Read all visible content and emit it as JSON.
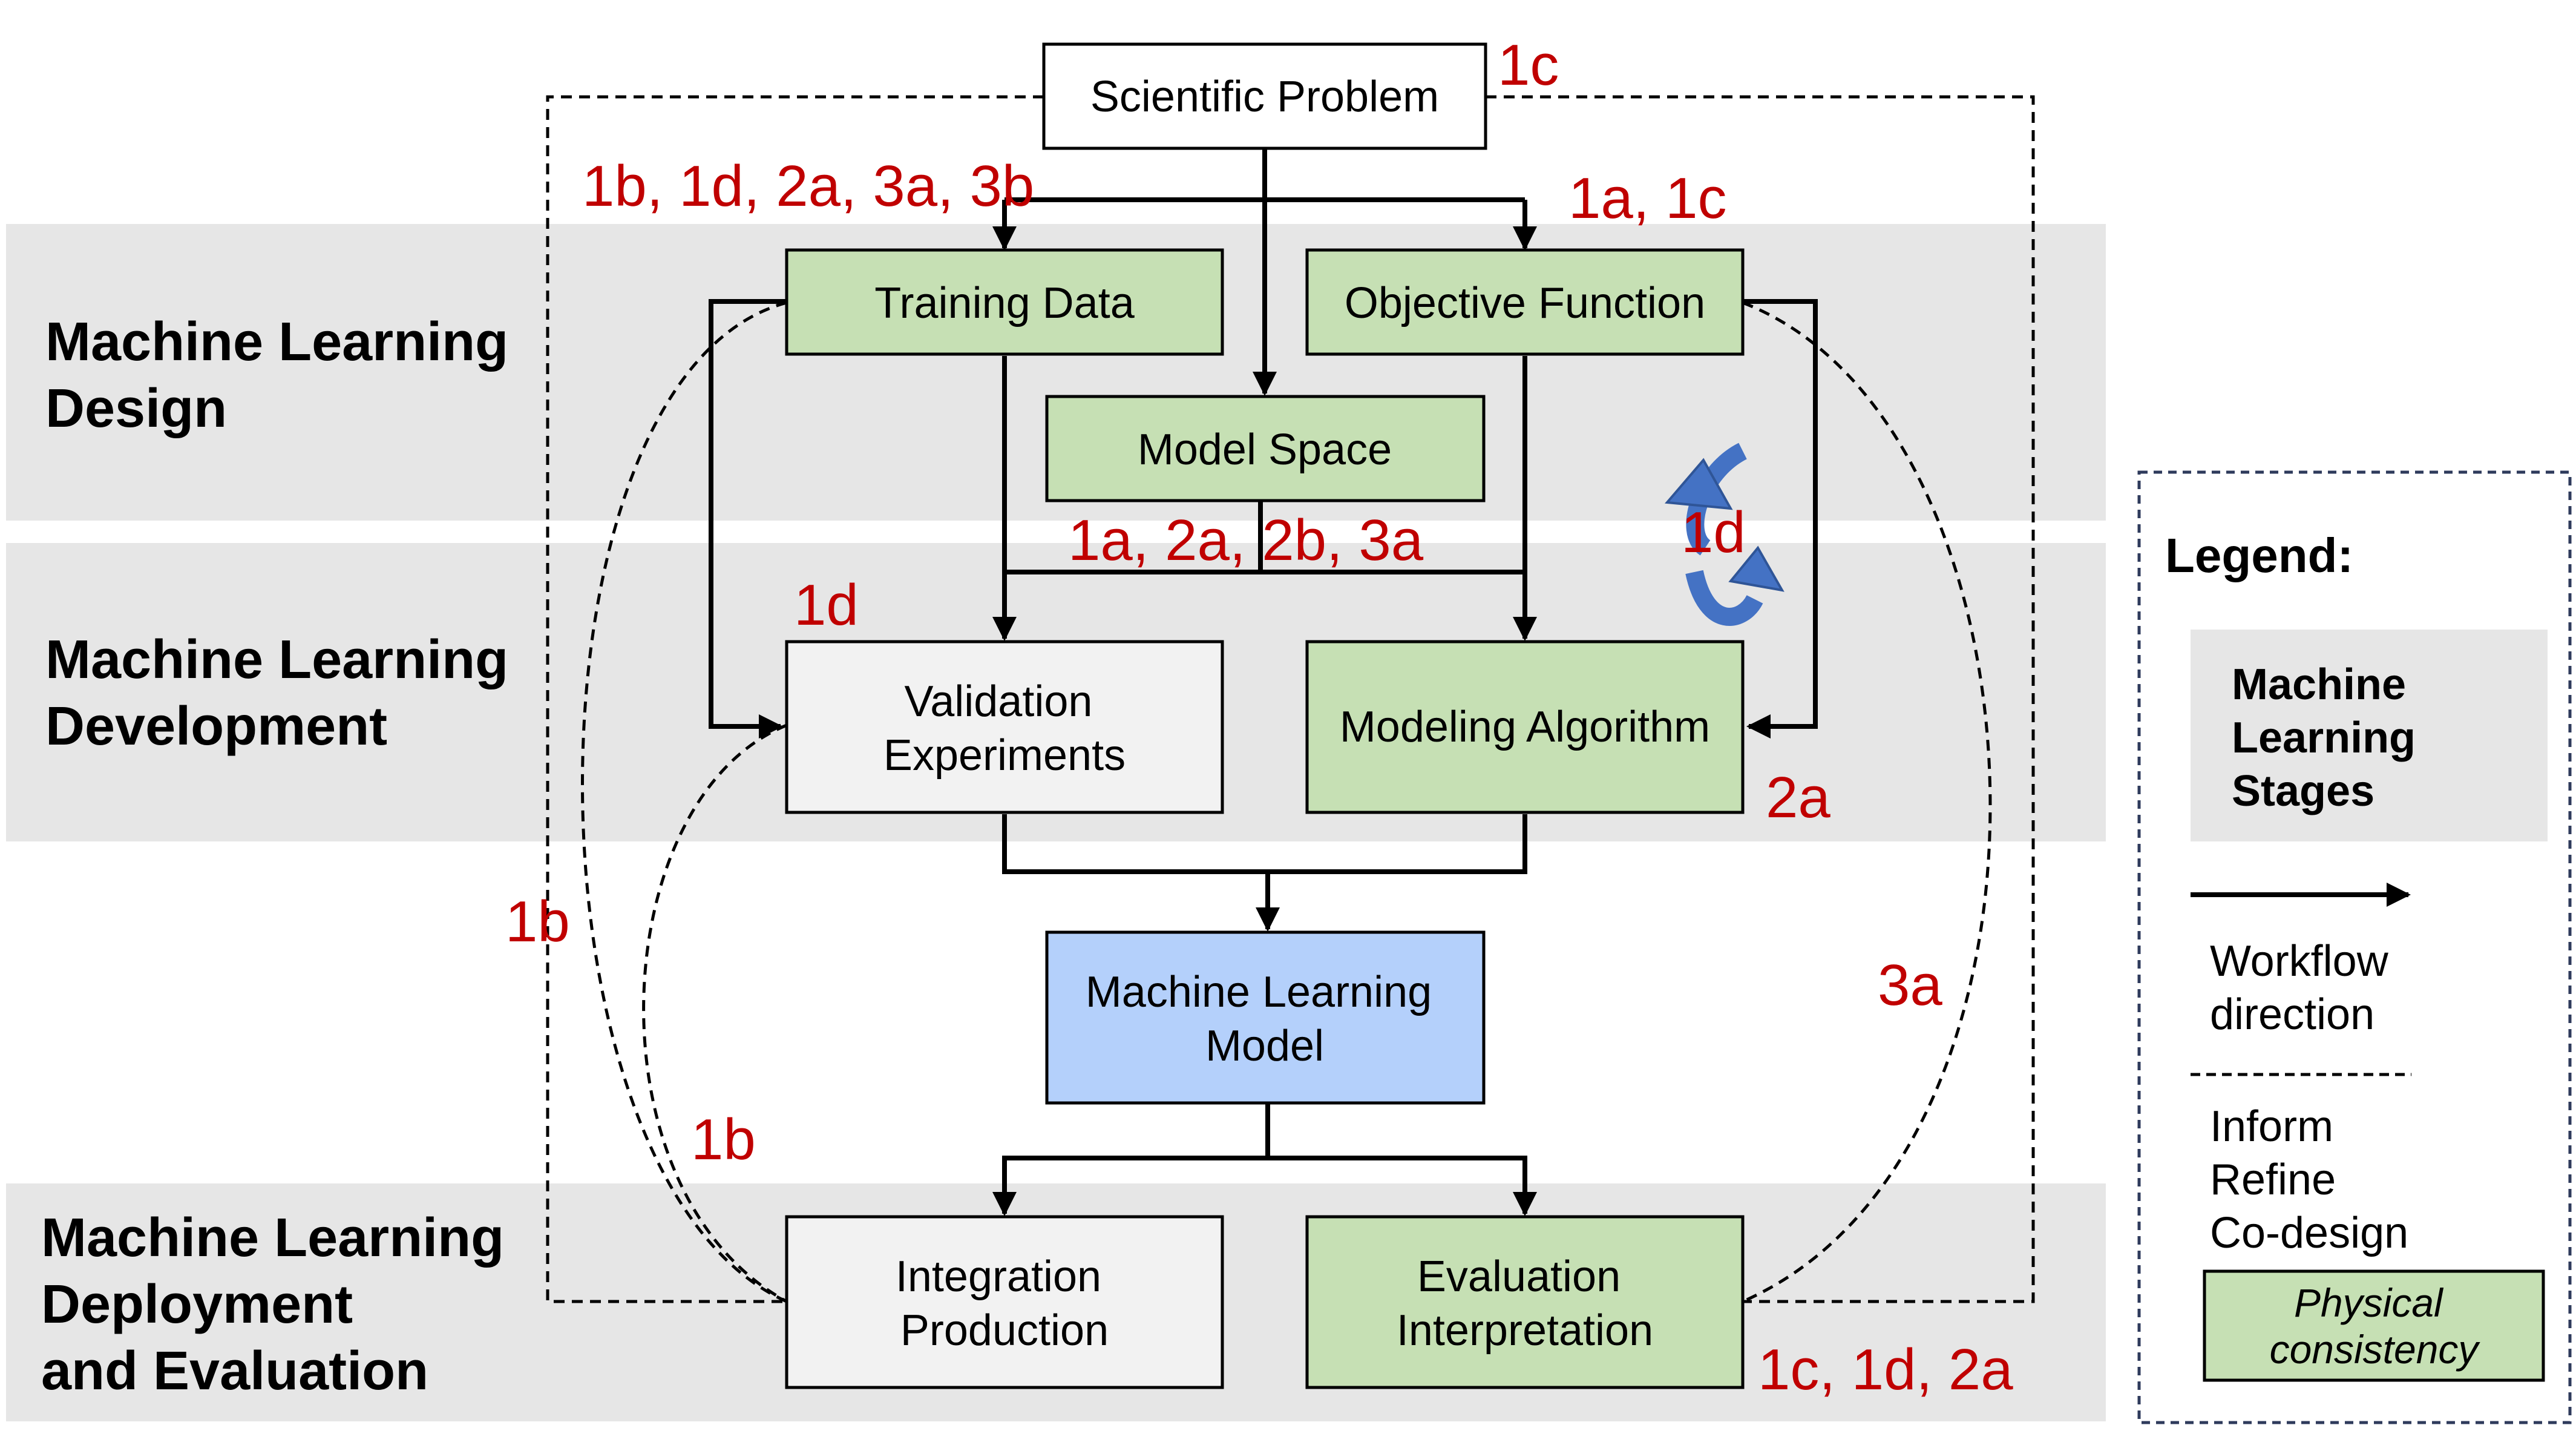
{
  "colors": {
    "stage_band": "#e6e6e6",
    "physical_consistency": "#c6e0b4",
    "ml_model": "#b4d0fb",
    "plain_box": "#f2f2f2",
    "tag_red": "#c00000",
    "legend_border": "#2f3b5c",
    "cycle_icon": "#4472c4"
  },
  "stages": {
    "design": [
      "Machine Learning",
      "Design"
    ],
    "development": [
      "Machine Learning",
      "Development"
    ],
    "deployment": [
      "Machine Learning",
      "Deployment",
      "and Evaluation"
    ]
  },
  "boxes": {
    "scientific_problem": [
      "Scientific Problem"
    ],
    "training_data": [
      "Training Data"
    ],
    "objective_function": [
      "Objective Function"
    ],
    "model_space": [
      "Model Space"
    ],
    "validation_experiments": [
      "Validation",
      "Experiments"
    ],
    "modeling_algorithm": [
      "Modeling Algorithm"
    ],
    "ml_model": [
      "Machine Learning",
      "Model"
    ],
    "integration_production": [
      "Integration",
      "Production"
    ],
    "evaluation_interpretation": [
      "Evaluation",
      "Interpretation"
    ]
  },
  "tags": {
    "scientific_problem": "1c",
    "training_data": "1b, 1d, 2a, 3a, 3b",
    "objective_function": "1a, 1c",
    "model_space": "1a, 2a, 2b, 3a",
    "cycle": "1d",
    "validation_experiments": "1d",
    "modeling_algorithm": "2a",
    "left_loop_outer": "1b",
    "left_loop_inner": "1b",
    "right_loop": "3a",
    "evaluation_interpretation": "1c, 1d, 2a"
  },
  "legend": {
    "title": "Legend:",
    "stages_item": [
      "Machine",
      "Learning",
      "Stages"
    ],
    "workflow_item": [
      "Workflow",
      "direction"
    ],
    "inform_item": [
      "Inform",
      "Refine",
      "Co-design"
    ],
    "physical_item": [
      "Physical",
      "consistency"
    ]
  }
}
